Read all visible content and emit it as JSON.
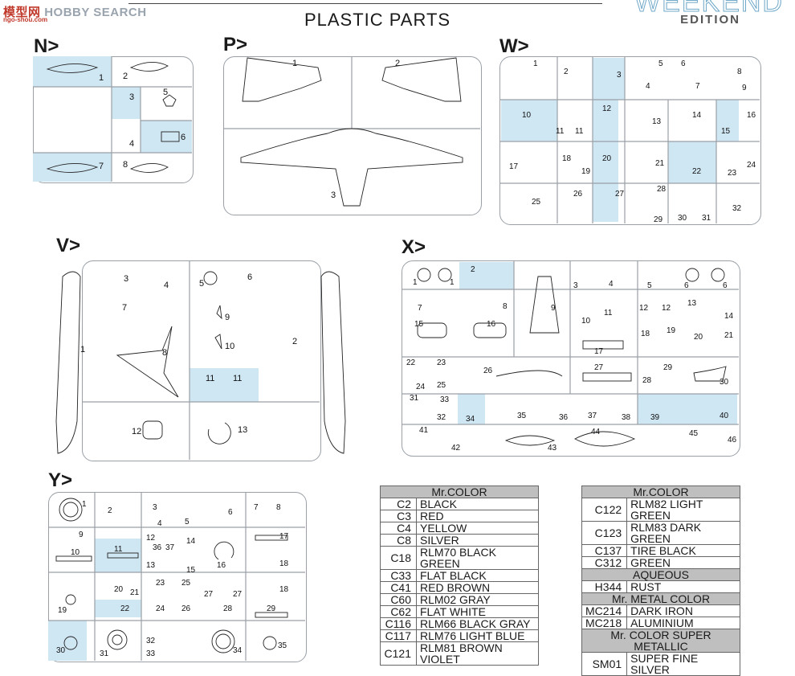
{
  "watermark": {
    "site": "模型网",
    "site_sub": "ngo-shou.com",
    "name": "HOBBY SEARCH"
  },
  "header": {
    "title": "PLASTIC PARTS",
    "brand": "WEEKEND",
    "edition": "EDITION"
  },
  "sprues": {
    "N": {
      "label": "N>",
      "parts": [
        "1",
        "2",
        "3",
        "4",
        "5",
        "6",
        "7",
        "8"
      ]
    },
    "P": {
      "label": "P>",
      "parts": [
        "1",
        "2",
        "3"
      ]
    },
    "W": {
      "label": "W>",
      "parts": [
        "1",
        "2",
        "3",
        "4",
        "5",
        "6",
        "7",
        "8",
        "9",
        "10",
        "11",
        "11",
        "12",
        "13",
        "14",
        "15",
        "16",
        "17",
        "18",
        "19",
        "20",
        "21",
        "22",
        "23",
        "24",
        "25",
        "26",
        "27",
        "28",
        "29",
        "30",
        "31",
        "32"
      ]
    },
    "V": {
      "label": "V>",
      "parts": [
        "1",
        "2",
        "3",
        "4",
        "5",
        "6",
        "7",
        "8",
        "9",
        "10",
        "11",
        "11",
        "12",
        "13"
      ]
    },
    "X": {
      "label": "X>",
      "parts": [
        "1",
        "1",
        "2",
        "3",
        "4",
        "5",
        "6",
        "6",
        "7",
        "8",
        "9",
        "10",
        "11",
        "12",
        "12",
        "13",
        "14",
        "15",
        "16",
        "17",
        "18",
        "19",
        "20",
        "21",
        "22",
        "23",
        "24",
        "25",
        "26",
        "27",
        "28",
        "29",
        "30",
        "31",
        "32",
        "33",
        "34",
        "35",
        "36",
        "37",
        "38",
        "39",
        "40",
        "41",
        "42",
        "43",
        "44",
        "45",
        "46"
      ]
    },
    "Y": {
      "label": "Y>",
      "parts": [
        "1",
        "2",
        "3",
        "4",
        "5",
        "6",
        "7",
        "8",
        "9",
        "10",
        "11",
        "12",
        "13",
        "14",
        "15",
        "16",
        "17",
        "18",
        "18",
        "19",
        "20",
        "21",
        "22",
        "23",
        "24",
        "25",
        "26",
        "27",
        "27",
        "28",
        "29",
        "30",
        "31",
        "32",
        "33",
        "34",
        "35",
        "36",
        "37"
      ]
    }
  },
  "colors": {
    "highlight": "#cfe6f3",
    "frame": "#9aa0a6",
    "table1": {
      "header": "Mr.COLOR",
      "rows": [
        {
          "code": "C2",
          "name": "BLACK"
        },
        {
          "code": "C3",
          "name": "RED"
        },
        {
          "code": "C4",
          "name": "YELLOW"
        },
        {
          "code": "C8",
          "name": "SILVER"
        },
        {
          "code": "C18",
          "name": "RLM70 BLACK GREEN"
        },
        {
          "code": "C33",
          "name": "FLAT BLACK"
        },
        {
          "code": "C41",
          "name": "RED BROWN"
        },
        {
          "code": "C60",
          "name": "RLM02 GRAY"
        },
        {
          "code": "C62",
          "name": "FLAT WHITE"
        },
        {
          "code": "C116",
          "name": "RLM66 BLACK GRAY"
        },
        {
          "code": "C117",
          "name": "RLM76 LIGHT BLUE"
        },
        {
          "code": "C121",
          "name": "RLM81 BROWN VIOLET"
        }
      ]
    },
    "table2": {
      "sections": [
        {
          "header": "Mr.COLOR",
          "rows": [
            {
              "code": "C122",
              "name": "RLM82 LIGHT GREEN"
            },
            {
              "code": "C123",
              "name": "RLM83 DARK GREEN"
            },
            {
              "code": "C137",
              "name": "TIRE BLACK"
            },
            {
              "code": "C312",
              "name": "GREEN"
            }
          ]
        },
        {
          "header": "AQUEOUS",
          "rows": [
            {
              "code": "H344",
              "name": "RUST"
            }
          ]
        },
        {
          "header": "Mr. METAL COLOR",
          "rows": [
            {
              "code": "MC214",
              "name": "DARK IRON"
            },
            {
              "code": "MC218",
              "name": "ALUMINIUM"
            }
          ]
        },
        {
          "header": "Mr. COLOR SUPER METALLIC",
          "rows": [
            {
              "code": "SM01",
              "name": "SUPER FINE SILVER"
            }
          ]
        }
      ]
    }
  }
}
